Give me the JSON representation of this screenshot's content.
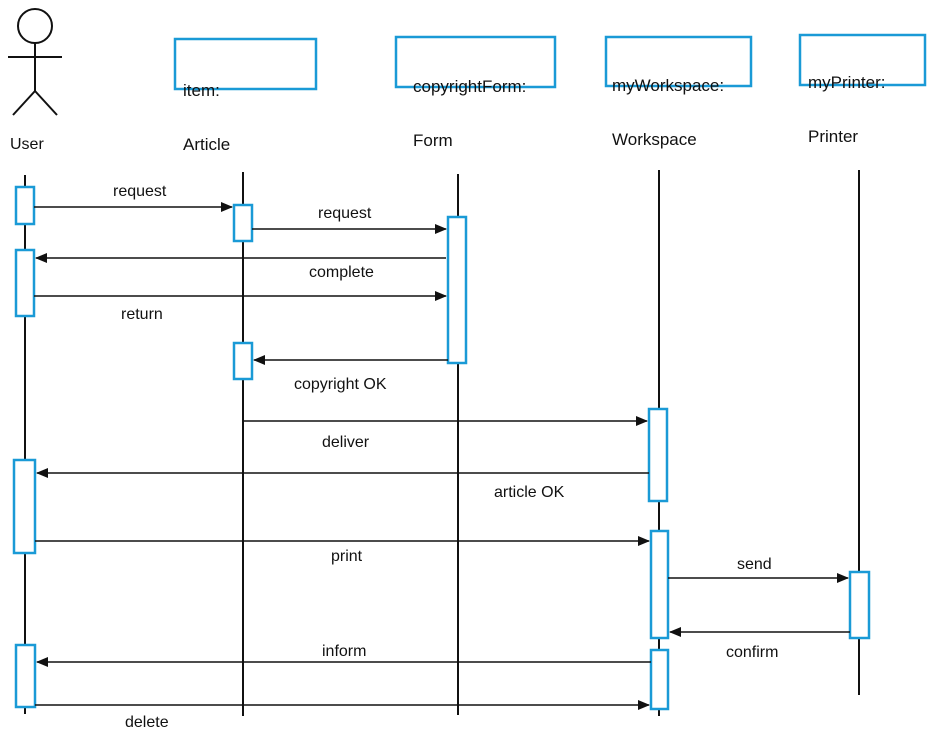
{
  "actor": {
    "label": "User"
  },
  "objects": [
    {
      "id": "item",
      "line1": "item:",
      "line2": "Article"
    },
    {
      "id": "copyrightForm",
      "line1": "copyrightForm:",
      "line2": "Form"
    },
    {
      "id": "myWorkspace",
      "line1": "myWorkspace:",
      "line2": "Workspace"
    },
    {
      "id": "myPrinter",
      "line1": "myPrinter:",
      "line2": "Printer"
    }
  ],
  "messages": [
    {
      "id": "m1",
      "from": "User",
      "to": "item",
      "label": "request"
    },
    {
      "id": "m2",
      "from": "item",
      "to": "copyrightForm",
      "label": "request"
    },
    {
      "id": "m3",
      "from": "copyrightForm",
      "to": "User",
      "label": "complete"
    },
    {
      "id": "m4",
      "from": "User",
      "to": "copyrightForm",
      "label": "return"
    },
    {
      "id": "m5",
      "from": "copyrightForm",
      "to": "item",
      "label": "copyright OK"
    },
    {
      "id": "m6",
      "from": "item",
      "to": "myWorkspace",
      "label": "deliver"
    },
    {
      "id": "m7",
      "from": "myWorkspace",
      "to": "User",
      "label": "article OK"
    },
    {
      "id": "m8",
      "from": "User",
      "to": "myWorkspace",
      "label": "print"
    },
    {
      "id": "m9",
      "from": "myWorkspace",
      "to": "myPrinter",
      "label": "send"
    },
    {
      "id": "m10",
      "from": "myPrinter",
      "to": "myWorkspace",
      "label": "confirm"
    },
    {
      "id": "m11",
      "from": "myWorkspace",
      "to": "User",
      "label": "inform"
    },
    {
      "id": "m12",
      "from": "User",
      "to": "myWorkspace",
      "label": "delete"
    }
  ],
  "colors": {
    "box_border": "#1a9ad6",
    "line": "#111111"
  }
}
